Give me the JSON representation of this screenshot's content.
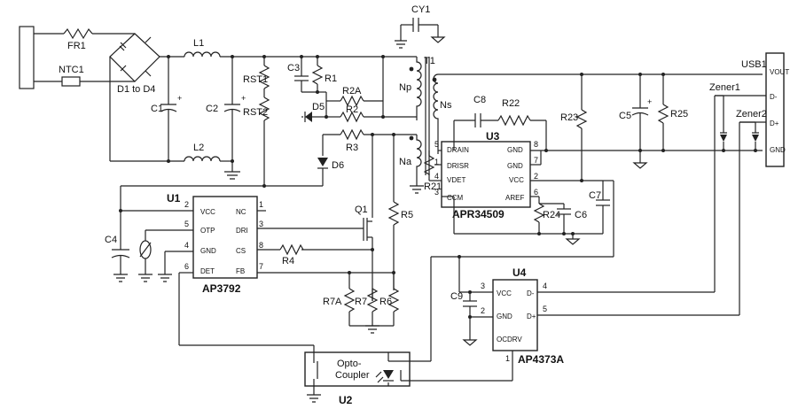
{
  "labels": {
    "FR1": "FR1",
    "NTC1": "NTC1",
    "D1toD4": "D1 to D4",
    "L1": "L1",
    "L2": "L2",
    "C1": "C1",
    "C2": "C2",
    "RST1": "RST1",
    "RST2": "RST2",
    "C3": "C3",
    "R1": "R1",
    "R2A": "R2A",
    "R2": "R2",
    "D5": "D5",
    "R3": "R3",
    "D6": "D6",
    "CY1": "CY1",
    "T1": "T1",
    "Np": "Np",
    "Ns": "Ns",
    "Na": "Na",
    "C8": "C8",
    "R22": "R22",
    "R23": "R23",
    "C5": "C5",
    "R25": "R25",
    "R21": "R21",
    "R24": "R24",
    "C6": "C6",
    "C7": "C7",
    "R5": "R5",
    "Q1": "Q1",
    "R4": "R4",
    "C4": "C4",
    "R7A": "R7A",
    "R7": "R7",
    "R6": "R6",
    "C9": "C9",
    "U1": "U1",
    "U2": "U2",
    "U3": "U3",
    "U4": "U4",
    "USB1": "USB1",
    "Zener1": "Zener1",
    "Zener2": "Zener2",
    "opto1": "Opto-",
    "opto2": "Coupler"
  },
  "ap3792": {
    "name": "AP3792",
    "pins": {
      "vcc": "VCC",
      "otp": "OTP",
      "gnd": "GND",
      "det": "DET",
      "nc": "NC",
      "dri": "DRI",
      "cs": "CS",
      "fb": "FB"
    },
    "nums": {
      "vcc": "2",
      "otp": "5",
      "gnd": "4",
      "det": "6",
      "nc": "1",
      "dri": "3",
      "cs": "8",
      "fb": "7"
    }
  },
  "apr34509": {
    "name": "APR34509",
    "pins": {
      "drain": "DRAIN",
      "drisr": "DRISR",
      "vdet": "VDET",
      "ccm": "CCM",
      "gnd1": "GND",
      "gnd2": "GND",
      "vcc": "VCC",
      "aref": "AREF"
    },
    "nums": {
      "drain": "5",
      "drisr": "1",
      "vdet": "4",
      "ccm": "3",
      "gnd1": "8",
      "gnd2": "7",
      "vcc": "2",
      "aref": "6"
    }
  },
  "ap4373a": {
    "name": "AP4373A",
    "pins": {
      "vcc": "VCC",
      "gnd": "GND",
      "ocdrv": "OCDRV",
      "dm": "D-",
      "dp": "D+"
    },
    "nums": {
      "vcc": "3",
      "gnd": "2",
      "ocdrv": "1",
      "dm": "4",
      "dp": "5"
    }
  },
  "usb": {
    "vout": "VOUT",
    "dm": "D-",
    "dp": "D+",
    "gnd": "GND"
  }
}
